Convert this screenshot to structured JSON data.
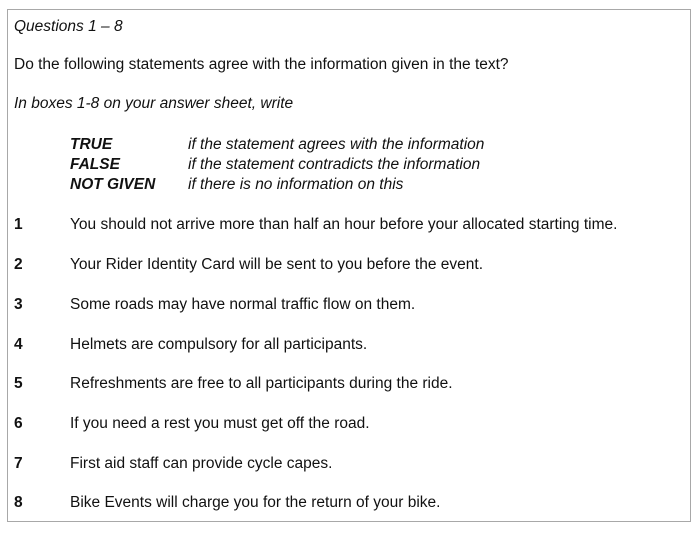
{
  "document": {
    "title": "Questions 1 – 8",
    "instruction": "Do the following statements agree with the information given in the text?",
    "answer_instruction": "In boxes 1-8 on your answer sheet, write",
    "key": [
      {
        "label": "TRUE",
        "description": "if the statement agrees with the information"
      },
      {
        "label": "FALSE",
        "description": "if the statement contradicts the information"
      },
      {
        "label": "NOT GIVEN",
        "description": "if there is no information on this"
      }
    ],
    "questions": [
      {
        "number": "1",
        "text": "You should not arrive more than half an hour before your allocated starting time."
      },
      {
        "number": "2",
        "text": "Your Rider Identity Card will be sent to you before the event."
      },
      {
        "number": "3",
        "text": "Some roads may have normal traffic flow on them."
      },
      {
        "number": "4",
        "text": "Helmets are compulsory for all participants."
      },
      {
        "number": "5",
        "text": "Refreshments are free to all participants during the ride."
      },
      {
        "number": "6",
        "text": "If you need a rest you must get off the road."
      },
      {
        "number": "7",
        "text": "First aid staff can provide cycle capes."
      },
      {
        "number": "8",
        "text": "Bike Events will charge you for the return of your bike."
      }
    ]
  }
}
